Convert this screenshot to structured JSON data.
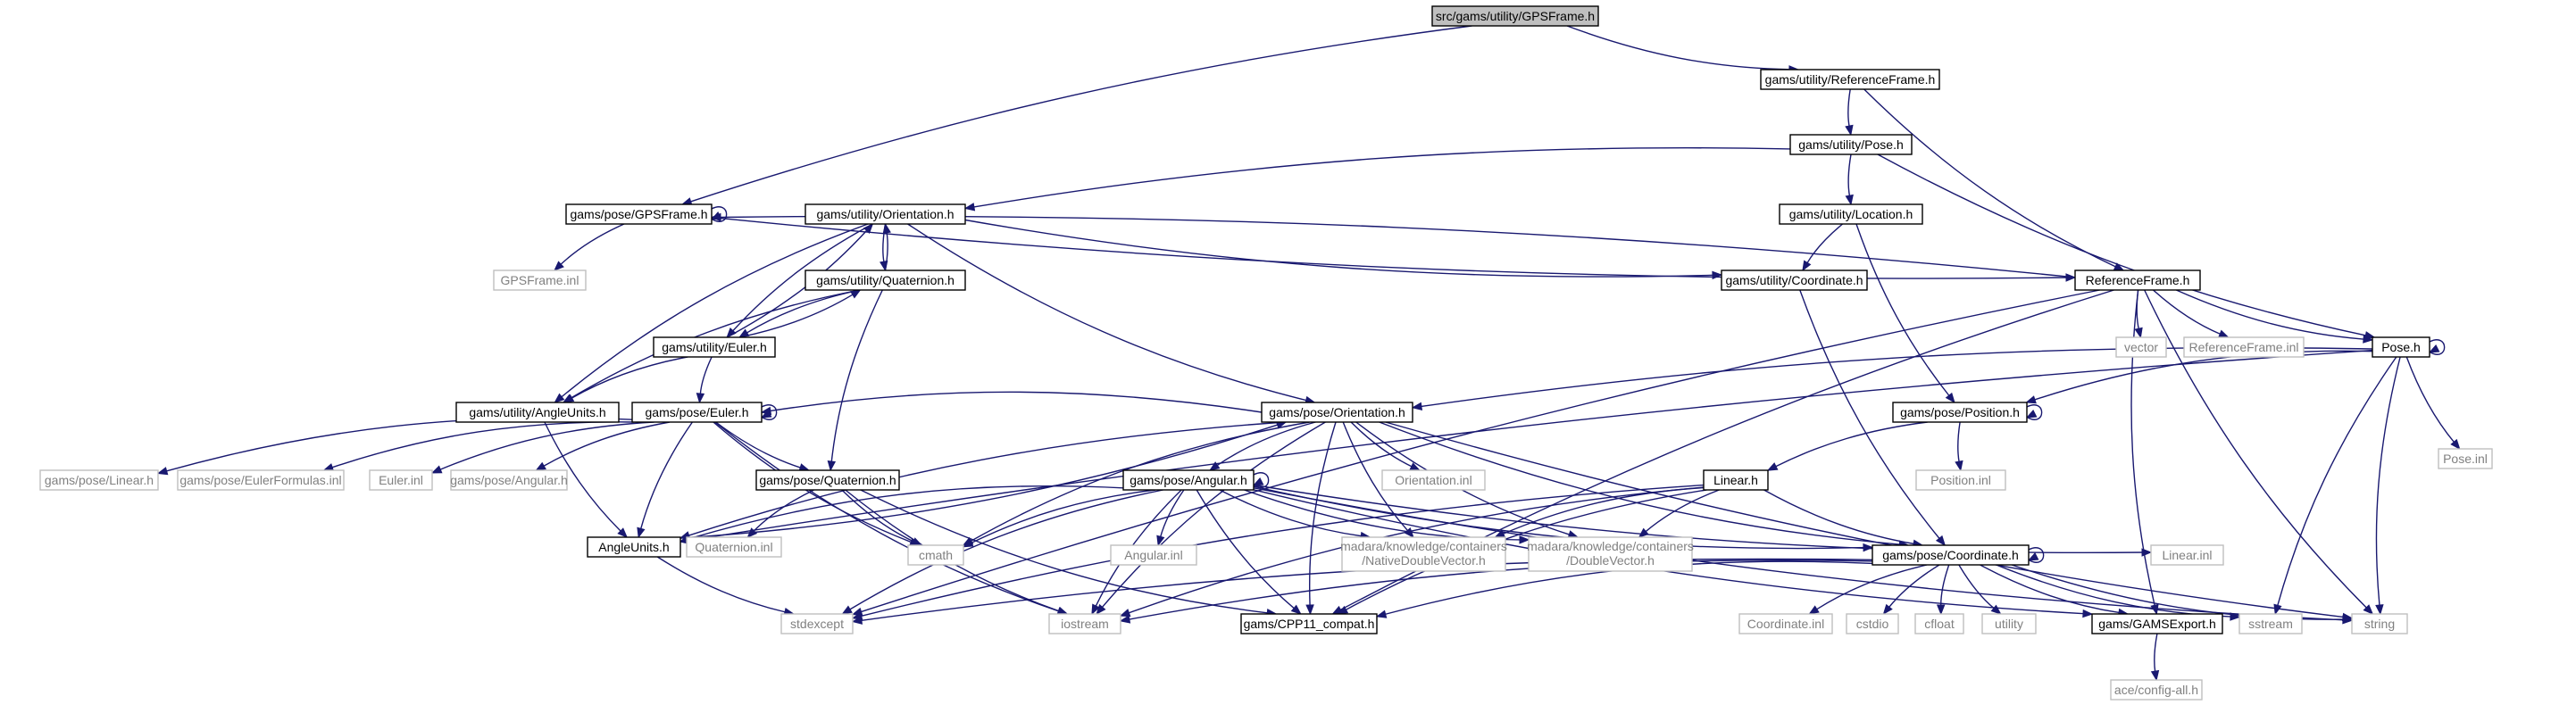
{
  "graph": {
    "colors": {
      "edge": "#191970",
      "root_fill": "#bfbfbf",
      "doc_border": "#000000",
      "ext_border": "#bfbfbf",
      "ext_text": "#808080"
    },
    "nodes": [
      {
        "id": "gpsframe_root",
        "kind": "root",
        "lines": [
          "src/gams/utility/GPSFrame.h"
        ]
      },
      {
        "id": "utility_referenceframe",
        "kind": "doc",
        "lines": [
          "gams/utility/ReferenceFrame.h"
        ]
      },
      {
        "id": "utility_pose",
        "kind": "doc",
        "lines": [
          "gams/utility/Pose.h"
        ]
      },
      {
        "id": "pose_gpsframe",
        "kind": "doc",
        "lines": [
          "gams/pose/GPSFrame.h"
        ]
      },
      {
        "id": "gpsframe_inl",
        "kind": "ext",
        "lines": [
          "GPSFrame.inl"
        ]
      },
      {
        "id": "utility_orientation",
        "kind": "doc",
        "lines": [
          "gams/utility/Orientation.h"
        ]
      },
      {
        "id": "utility_location",
        "kind": "doc",
        "lines": [
          "gams/utility/Location.h"
        ]
      },
      {
        "id": "utility_quaternion",
        "kind": "doc",
        "lines": [
          "gams/utility/Quaternion.h"
        ]
      },
      {
        "id": "utility_coordinate",
        "kind": "doc",
        "lines": [
          "gams/utility/Coordinate.h"
        ]
      },
      {
        "id": "referenceframe_h",
        "kind": "doc",
        "lines": [
          "ReferenceFrame.h"
        ]
      },
      {
        "id": "utility_euler",
        "kind": "doc",
        "lines": [
          "gams/utility/Euler.h"
        ]
      },
      {
        "id": "vector",
        "kind": "ext",
        "lines": [
          "vector"
        ]
      },
      {
        "id": "referenceframe_inl",
        "kind": "ext",
        "lines": [
          "ReferenceFrame.inl"
        ]
      },
      {
        "id": "pose_h",
        "kind": "doc",
        "lines": [
          "Pose.h"
        ]
      },
      {
        "id": "utility_angleunits",
        "kind": "doc",
        "lines": [
          "gams/utility/AngleUnits.h"
        ]
      },
      {
        "id": "pose_euler",
        "kind": "doc",
        "lines": [
          "gams/pose/Euler.h"
        ]
      },
      {
        "id": "pose_orientation",
        "kind": "doc",
        "lines": [
          "gams/pose/Orientation.h"
        ]
      },
      {
        "id": "pose_position",
        "kind": "doc",
        "lines": [
          "gams/pose/Position.h"
        ]
      },
      {
        "id": "pose_inl",
        "kind": "ext",
        "lines": [
          "Pose.inl"
        ]
      },
      {
        "id": "pose_linear",
        "kind": "ext",
        "lines": [
          "gams/pose/Linear.h"
        ]
      },
      {
        "id": "pose_eulerformulas",
        "kind": "ext",
        "lines": [
          "gams/pose/EulerFormulas.inl"
        ]
      },
      {
        "id": "euler_inl",
        "kind": "ext",
        "lines": [
          "Euler.inl"
        ]
      },
      {
        "id": "pose_angular_ext",
        "kind": "ext",
        "lines": [
          "gams/pose/Angular.h"
        ]
      },
      {
        "id": "pose_quaternion",
        "kind": "doc",
        "lines": [
          "gams/pose/Quaternion.h"
        ]
      },
      {
        "id": "pose_angular",
        "kind": "doc",
        "lines": [
          "gams/pose/Angular.h"
        ]
      },
      {
        "id": "orientation_inl",
        "kind": "ext",
        "lines": [
          "Orientation.inl"
        ]
      },
      {
        "id": "position_inl",
        "kind": "ext",
        "lines": [
          "Position.inl"
        ]
      },
      {
        "id": "linear_h",
        "kind": "doc",
        "lines": [
          "Linear.h"
        ]
      },
      {
        "id": "angleunits_h",
        "kind": "doc",
        "lines": [
          "AngleUnits.h"
        ]
      },
      {
        "id": "quaternion_inl",
        "kind": "ext",
        "lines": [
          "Quaternion.inl"
        ]
      },
      {
        "id": "cmath",
        "kind": "ext",
        "lines": [
          "cmath"
        ]
      },
      {
        "id": "angular_inl",
        "kind": "ext",
        "lines": [
          "Angular.inl"
        ]
      },
      {
        "id": "native_double_vector",
        "kind": "ext",
        "lines": [
          "madara/knowledge/containers",
          "/NativeDoubleVector.h"
        ]
      },
      {
        "id": "double_vector",
        "kind": "ext",
        "lines": [
          "madara/knowledge/containers",
          "/DoubleVector.h"
        ]
      },
      {
        "id": "pose_coordinate",
        "kind": "doc",
        "lines": [
          "gams/pose/Coordinate.h"
        ]
      },
      {
        "id": "linear_inl",
        "kind": "ext",
        "lines": [
          "Linear.inl"
        ]
      },
      {
        "id": "stdexcept",
        "kind": "ext",
        "lines": [
          "stdexcept"
        ]
      },
      {
        "id": "iostream",
        "kind": "ext",
        "lines": [
          "iostream"
        ]
      },
      {
        "id": "cpp11_compat",
        "kind": "doc",
        "lines": [
          "gams/CPP11_compat.h"
        ]
      },
      {
        "id": "coordinate_inl",
        "kind": "ext",
        "lines": [
          "Coordinate.inl"
        ]
      },
      {
        "id": "cstdio",
        "kind": "ext",
        "lines": [
          "cstdio"
        ]
      },
      {
        "id": "cfloat",
        "kind": "ext",
        "lines": [
          "cfloat"
        ]
      },
      {
        "id": "utility",
        "kind": "ext",
        "lines": [
          "utility"
        ]
      },
      {
        "id": "gamsexport",
        "kind": "doc",
        "lines": [
          "gams/GAMSExport.h"
        ]
      },
      {
        "id": "sstream",
        "kind": "ext",
        "lines": [
          "sstream"
        ]
      },
      {
        "id": "string",
        "kind": "ext",
        "lines": [
          "string"
        ]
      },
      {
        "id": "ace_config_all",
        "kind": "ext",
        "lines": [
          "ace/config-all.h"
        ]
      }
    ],
    "edges": [
      [
        "gpsframe_root",
        "utility_referenceframe"
      ],
      [
        "gpsframe_root",
        "pose_gpsframe"
      ],
      [
        "utility_referenceframe",
        "utility_pose"
      ],
      [
        "utility_referenceframe",
        "referenceframe_h"
      ],
      [
        "utility_pose",
        "utility_orientation"
      ],
      [
        "utility_pose",
        "utility_location"
      ],
      [
        "utility_pose",
        "pose_h"
      ],
      [
        "pose_gpsframe",
        "gpsframe_inl"
      ],
      [
        "pose_gpsframe",
        "referenceframe_h"
      ],
      [
        "pose_gpsframe",
        "pose_gpsframe"
      ],
      [
        "referenceframe_h",
        "pose_gpsframe"
      ],
      [
        "utility_orientation",
        "utility_quaternion"
      ],
      [
        "utility_orientation",
        "utility_euler"
      ],
      [
        "utility_orientation",
        "utility_angleunits"
      ],
      [
        "utility_orientation",
        "utility_coordinate"
      ],
      [
        "utility_orientation",
        "pose_orientation"
      ],
      [
        "utility_quaternion",
        "utility_orientation"
      ],
      [
        "utility_quaternion",
        "utility_euler"
      ],
      [
        "utility_quaternion",
        "utility_angleunits"
      ],
      [
        "utility_quaternion",
        "pose_quaternion"
      ],
      [
        "utility_euler",
        "utility_orientation"
      ],
      [
        "utility_euler",
        "utility_quaternion"
      ],
      [
        "utility_euler",
        "utility_angleunits"
      ],
      [
        "utility_euler",
        "pose_euler"
      ],
      [
        "utility_location",
        "utility_coordinate"
      ],
      [
        "utility_location",
        "pose_position"
      ],
      [
        "utility_coordinate",
        "pose_coordinate"
      ],
      [
        "referenceframe_h",
        "vector"
      ],
      [
        "referenceframe_h",
        "referenceframe_inl"
      ],
      [
        "referenceframe_h",
        "pose_h"
      ],
      [
        "referenceframe_h",
        "gamsexport"
      ],
      [
        "referenceframe_h",
        "string"
      ],
      [
        "referenceframe_h",
        "cpp11_compat"
      ],
      [
        "referenceframe_h",
        "stdexcept"
      ],
      [
        "pose_h",
        "pose_h"
      ],
      [
        "pose_h",
        "pose_inl"
      ],
      [
        "pose_h",
        "pose_position"
      ],
      [
        "pose_h",
        "pose_orientation"
      ],
      [
        "pose_h",
        "sstream"
      ],
      [
        "pose_h",
        "string"
      ],
      [
        "pose_h",
        "angleunits_h"
      ],
      [
        "utility_angleunits",
        "angleunits_h"
      ],
      [
        "pose_euler",
        "pose_euler"
      ],
      [
        "pose_euler",
        "pose_linear"
      ],
      [
        "pose_euler",
        "pose_eulerformulas"
      ],
      [
        "pose_euler",
        "euler_inl"
      ],
      [
        "pose_euler",
        "pose_angular_ext"
      ],
      [
        "pose_euler",
        "pose_quaternion"
      ],
      [
        "pose_euler",
        "cmath"
      ],
      [
        "pose_euler",
        "iostream"
      ],
      [
        "pose_euler",
        "angleunits_h"
      ],
      [
        "pose_orientation",
        "pose_angular"
      ],
      [
        "pose_orientation",
        "orientation_inl"
      ],
      [
        "pose_orientation",
        "cmath"
      ],
      [
        "pose_orientation",
        "iostream"
      ],
      [
        "pose_orientation",
        "cpp11_compat"
      ],
      [
        "pose_orientation",
        "native_double_vector"
      ],
      [
        "pose_orientation",
        "double_vector"
      ],
      [
        "pose_orientation",
        "pose_coordinate"
      ],
      [
        "pose_orientation",
        "string"
      ],
      [
        "pose_orientation",
        "angleunits_h"
      ],
      [
        "pose_orientation",
        "pose_euler"
      ],
      [
        "pose_position",
        "pose_position"
      ],
      [
        "pose_position",
        "position_inl"
      ],
      [
        "pose_position",
        "linear_h"
      ],
      [
        "pose_quaternion",
        "quaternion_inl"
      ],
      [
        "pose_quaternion",
        "cmath"
      ],
      [
        "pose_quaternion",
        "iostream"
      ],
      [
        "pose_quaternion",
        "cpp11_compat"
      ],
      [
        "pose_angular",
        "pose_angular"
      ],
      [
        "pose_angular",
        "angleunits_h"
      ],
      [
        "pose_angular",
        "angular_inl"
      ],
      [
        "pose_angular",
        "cmath"
      ],
      [
        "pose_angular",
        "iostream"
      ],
      [
        "pose_angular",
        "stdexcept"
      ],
      [
        "pose_angular",
        "cpp11_compat"
      ],
      [
        "pose_angular",
        "native_double_vector"
      ],
      [
        "pose_angular",
        "double_vector"
      ],
      [
        "pose_angular",
        "pose_coordinate"
      ],
      [
        "pose_angular",
        "linear_inl"
      ],
      [
        "pose_angular",
        "gamsexport"
      ],
      [
        "pose_angular",
        "string"
      ],
      [
        "linear_h",
        "native_double_vector"
      ],
      [
        "linear_h",
        "double_vector"
      ],
      [
        "linear_h",
        "pose_coordinate"
      ],
      [
        "linear_h",
        "iostream"
      ],
      [
        "linear_h",
        "cpp11_compat"
      ],
      [
        "linear_h",
        "stdexcept"
      ],
      [
        "angleunits_h",
        "stdexcept"
      ],
      [
        "angleunits_h",
        "pose_orientation"
      ],
      [
        "pose_coordinate",
        "pose_coordinate"
      ],
      [
        "pose_coordinate",
        "coordinate_inl"
      ],
      [
        "pose_coordinate",
        "cstdio"
      ],
      [
        "pose_coordinate",
        "cfloat"
      ],
      [
        "pose_coordinate",
        "utility"
      ],
      [
        "pose_coordinate",
        "gamsexport"
      ],
      [
        "pose_coordinate",
        "sstream"
      ],
      [
        "pose_coordinate",
        "string"
      ],
      [
        "pose_coordinate",
        "iostream"
      ],
      [
        "pose_coordinate",
        "cpp11_compat"
      ],
      [
        "pose_coordinate",
        "stdexcept"
      ],
      [
        "gamsexport",
        "ace_config_all"
      ]
    ]
  }
}
